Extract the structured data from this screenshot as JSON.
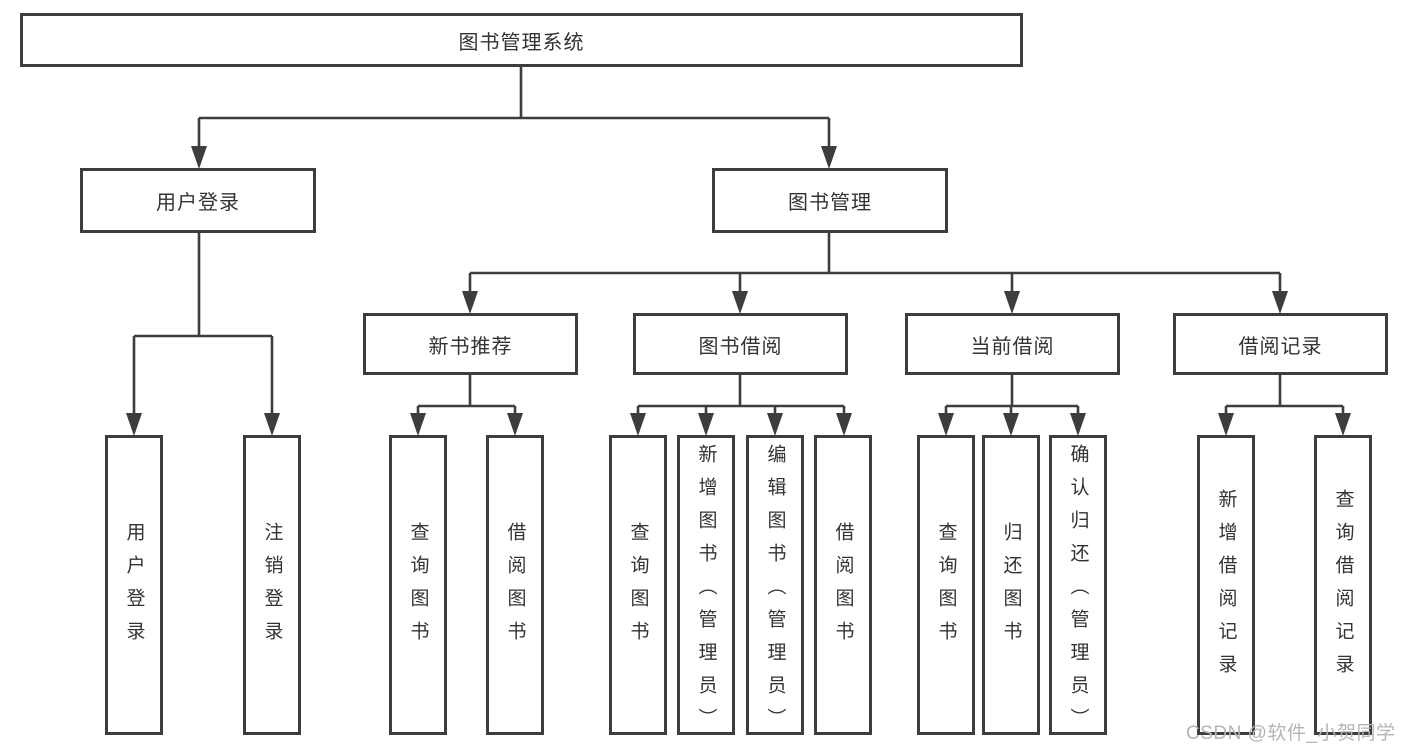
{
  "diagram": {
    "type": "hierarchy-tree",
    "root": {
      "label": "图书管理系统"
    },
    "level1": [
      {
        "label": "用户登录",
        "parent": "图书管理系统"
      },
      {
        "label": "图书管理",
        "parent": "图书管理系统"
      }
    ],
    "level2": [
      {
        "label": "新书推荐",
        "parent": "图书管理"
      },
      {
        "label": "图书借阅",
        "parent": "图书管理"
      },
      {
        "label": "当前借阅",
        "parent": "图书管理"
      },
      {
        "label": "借阅记录",
        "parent": "图书管理"
      }
    ],
    "leaves": [
      {
        "label": "用户登录",
        "parent": "用户登录"
      },
      {
        "label": "注销登录",
        "parent": "用户登录"
      },
      {
        "label": "查询图书",
        "parent": "新书推荐"
      },
      {
        "label": "借阅图书",
        "parent": "新书推荐"
      },
      {
        "label": "查询图书",
        "parent": "图书借阅"
      },
      {
        "label": "新增图书（管理员）",
        "parent": "图书借阅"
      },
      {
        "label": "编辑图书（管理员）",
        "parent": "图书借阅"
      },
      {
        "label": "借阅图书",
        "parent": "图书借阅"
      },
      {
        "label": "查询图书",
        "parent": "当前借阅"
      },
      {
        "label": "归还图书",
        "parent": "当前借阅"
      },
      {
        "label": "确认归还（管理员）",
        "parent": "当前借阅"
      },
      {
        "label": "新增借阅记录",
        "parent": "借阅记录"
      },
      {
        "label": "查询借阅记录",
        "parent": "借阅记录"
      }
    ]
  },
  "watermark": "CSDN @软件_小贺同学",
  "colors": {
    "line": "#3d3d3d",
    "box_border": "#3d3d3d",
    "text": "#333333",
    "watermark": "#b5b5b5",
    "background": "#ffffff"
  }
}
